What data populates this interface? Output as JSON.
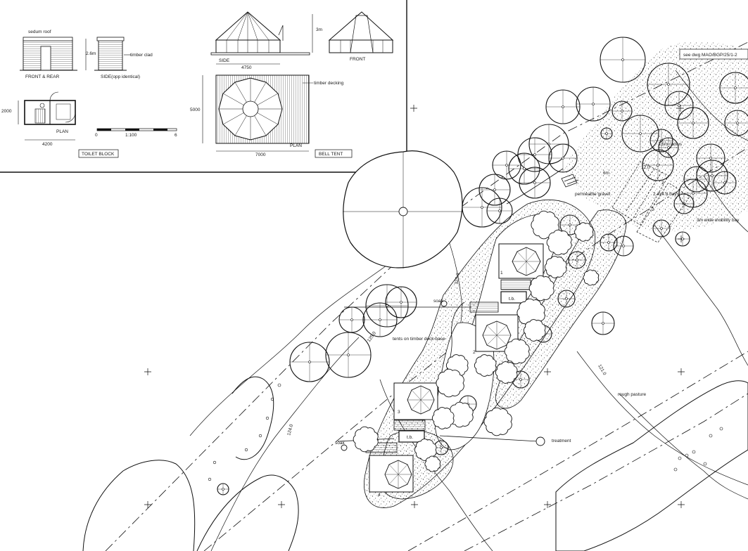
{
  "details": {
    "toilet_block": {
      "title": "TOILET BLOCK",
      "sedum_roof": "sedum roof",
      "timber_clad": "timber clad",
      "front_rear": "FRONT & REAR",
      "side_label": "SIDE(opp identical)",
      "height": "2.6m",
      "plan_label": "PLAN",
      "width_dim": "4200",
      "depth_dim": "2000",
      "scale_ticks": [
        "0",
        "1:100",
        "6"
      ]
    },
    "bell_tent": {
      "title": "BELL TENT",
      "side_label": "SIDE",
      "front_label": "FRONT",
      "height": "3m",
      "side_dim": "4750",
      "plan_label": "PLAN",
      "timber_decking": "timber decking",
      "depth_dim": "5000",
      "width_dim": "7000"
    }
  },
  "site": {
    "see_dwg": "see dwg MAO/BGP/25/1-2",
    "radius_label": "3.5m radius",
    "six_m": "6m",
    "permeable_gravel": "permeable gravel",
    "bays_label": "2.4x4.8 bays",
    "mobility_bay": "3m wide mobility bay",
    "tents_on_deck": "tents on timber deck base",
    "rough_pasture": "rough pasture",
    "treatment": "treatment",
    "soak_1": "soak",
    "soak_2": "soak",
    "tb_1": "t.b.",
    "tb_2": "t.b.",
    "tent_numbers": [
      "1",
      "2",
      "3",
      "4"
    ],
    "bay_numbers": [
      "1",
      "2",
      "3"
    ],
    "bay_dims": "12.0",
    "contours": [
      "125.0",
      "125.0",
      "124.0",
      "121.0"
    ]
  }
}
